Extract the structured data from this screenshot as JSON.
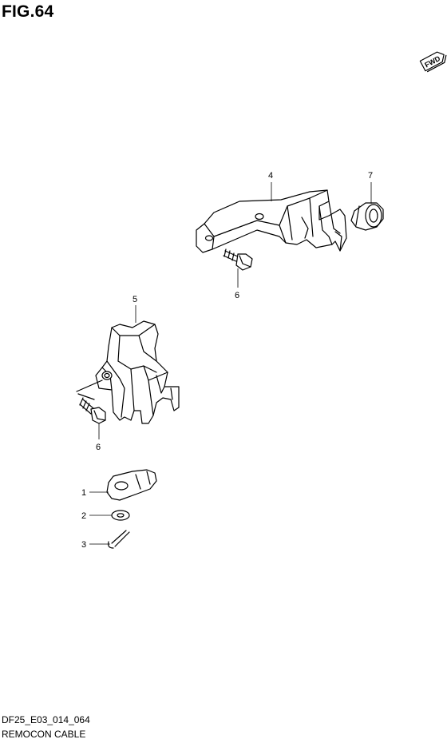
{
  "figure": {
    "title": "FIG.64",
    "code": "DF25_E03_014_064",
    "name": "REMOCON CABLE"
  },
  "fwd_badge": {
    "label": "FWD"
  },
  "callouts": [
    {
      "number": "1",
      "part": "cable end"
    },
    {
      "number": "2",
      "part": "washer"
    },
    {
      "number": "3",
      "part": "cotter pin"
    },
    {
      "number": "4",
      "part": "upper cable bracket"
    },
    {
      "number": "5",
      "part": "lower cable bracket"
    },
    {
      "number": "6",
      "part": "bolt"
    },
    {
      "number": "7",
      "part": "grommet"
    }
  ]
}
